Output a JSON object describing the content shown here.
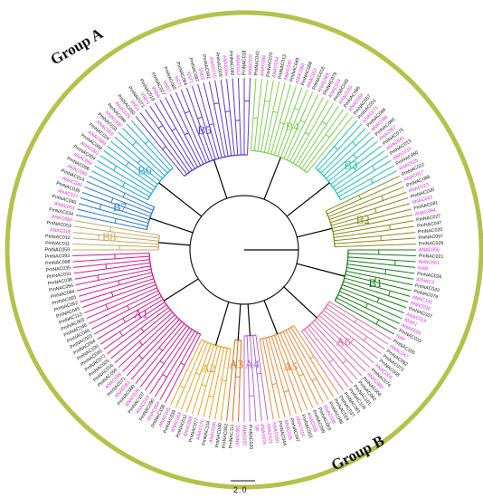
{
  "figure": {
    "group_a_label": "Group A",
    "group_b_label": "Group B",
    "scale_label": "2.0"
  },
  "colors": {
    "outer_ring": "#b5c24a",
    "root_branch": "#000000",
    "magenta_text": "#e020e0",
    "black_text": "#111111"
  },
  "subgroups": [
    {
      "id": "A1",
      "label": "A1",
      "color": "#d81b8c"
    },
    {
      "id": "A2",
      "label": "A2",
      "color": "#f0a020"
    },
    {
      "id": "A3",
      "label": "A3",
      "color": "#e06a18"
    },
    {
      "id": "A4",
      "label": "A4",
      "color": "#b46ad8"
    },
    {
      "id": "A5",
      "label": "A5",
      "color": "#f08838"
    },
    {
      "id": "A6",
      "label": "A6",
      "color": "#e66aa8"
    },
    {
      "id": "B1",
      "label": "B1",
      "color": "#1a7d1a"
    },
    {
      "id": "B2",
      "label": "B2",
      "color": "#8a8a1a"
    },
    {
      "id": "B3",
      "label": "B3",
      "color": "#18c8a8"
    },
    {
      "id": "B4",
      "label": "B4",
      "color": "#7ad04a"
    },
    {
      "id": "B5",
      "label": "B5",
      "color": "#5a3ad0"
    },
    {
      "id": "B6",
      "label": "B6",
      "color": "#18a8d8"
    },
    {
      "id": "B7",
      "label": "B7",
      "color": "#2878d0"
    },
    {
      "id": "B8",
      "label": "B8",
      "color": "#c8a860"
    }
  ],
  "leaves": [
    {
      "group": "B8",
      "count": 6,
      "names": [
        "PmNAC059",
        "PmNAC011",
        "PmNAC012",
        "ANAC016",
        "PmNAC053",
        "ANAC050"
      ]
    },
    {
      "group": "B7",
      "count": 8,
      "names": [
        "PmNAC034",
        "ANAC053",
        "PmNAC040",
        "ANAC017",
        "PmNAC036",
        "ANAC040",
        "PmNAC014",
        "ANAC060"
      ]
    },
    {
      "group": "B6",
      "count": 12,
      "names": [
        "PmNAC096",
        "ANAC062",
        "PmNAC004",
        "ANAC091",
        "PmNAC069",
        "ANAC089",
        "PmNAC024",
        "ANAC005",
        "PmNAC031",
        "ANAC008",
        "PmNAC090",
        "ANAC075"
      ]
    },
    {
      "group": "B5",
      "count": 22,
      "names": [
        "PmNAC050",
        "VND1",
        "PmNAC071",
        "VND3",
        "PmNAC019",
        "VND4",
        "PmNAC027",
        "VND7",
        "PmNAC085",
        "NST1",
        "PmNAC064",
        "NST2",
        "PmNAC087",
        "SND1",
        "PmNAC041",
        "ANAC015",
        "PmNAC009",
        "ANAC066",
        "PmNAC092",
        "ANAC012",
        "PmNAC018",
        "ANAC076"
      ]
    },
    {
      "group": "B4",
      "count": 19,
      "names": [
        "PmNAC042",
        "ANAC084",
        "PmNAC070",
        "ANAC044",
        "PmNAC013",
        "ANAC085",
        "PmNAC049",
        "ANAC083",
        "PmNAC068",
        "ANAC001",
        "PmNAC016",
        "ANAC069",
        "PmNAC079",
        "ANAC074",
        "PmNAC045",
        "ANAC033",
        "PmNAC086",
        "ANAC058",
        "PmNAC057"
      ]
    },
    {
      "group": "B3",
      "count": 12,
      "names": [
        "PmNAC051",
        "ANAC071",
        "PmNAC066",
        "ANAC096",
        "PmNAC065",
        "ANAC067",
        "PmNAC075",
        "ANAC041",
        "PmNAC013",
        "ANAC010",
        "PmNAC060",
        "ANAC025"
      ]
    },
    {
      "group": "B2",
      "count": 13,
      "names": [
        "PmNAC022",
        "ANAC017",
        "PmNAC088",
        "ANAC023",
        "PmNAC030",
        "ANAC043",
        "PmNAC081",
        "ANAC054",
        "PmNAC027",
        "PmNAC047",
        "PmNAC020",
        "PmNAC097",
        "PmNAC029"
      ]
    },
    {
      "group": "B1",
      "count": 16,
      "names": [
        "ANAC056",
        "PmNAC021",
        "ANAC051",
        "NAM",
        "PmNAC026",
        "ATNAC3",
        "PmNAC043",
        "PmNAC076",
        "ANAC102",
        "ANAC032",
        "PmNAC037",
        "ANAC019",
        "ATAF1",
        "ANAC055",
        "PmNAC033",
        "NAP"
      ]
    },
    {
      "group": "A6",
      "count": 13,
      "names": [
        "PmNAC105",
        "ANAC047",
        "PmNAC092",
        "PmNAC073",
        "PmNAC008",
        "ANAC009",
        "PmNAC074",
        "ANAC080",
        "PmNAC058",
        "PmNAC062",
        "PmNAC101",
        "PmNAC106",
        "PmNAC061"
      ]
    },
    {
      "group": "A5",
      "count": 13,
      "names": [
        "PmNAC037",
        "PmNAC024",
        "PmNAC046",
        "ANAC048",
        "PmNAC063",
        "PmNAC099",
        "ANAC035",
        "PmNAC002",
        "ANAC014",
        "PmNAC047",
        "ANAC045",
        "PmNAC044",
        "ANAC050"
      ]
    },
    {
      "group": "A4",
      "count": 5,
      "names": [
        "ANAC021",
        "ANAC078",
        "TIP",
        "PmNAC020",
        "ANAC037"
      ]
    },
    {
      "group": "A3",
      "count": 3,
      "names": [
        "ANAC001",
        "PmNAC111",
        "PmNAC062"
      ]
    },
    {
      "group": "A2",
      "count": 10,
      "names": [
        "PmNAC040",
        "ANAC036",
        "PmNAC104",
        "ANAC070",
        "PmNAC077",
        "ANAC058",
        "PmNAC011",
        "ANAC063",
        "PmNAC039",
        "ANAC045"
      ]
    },
    {
      "group": "A1",
      "count": 32,
      "names": [
        "PmNAC108",
        "ANAC064",
        "PmNAC090",
        "ANAC019",
        "PmNAC107",
        "ANAC036",
        "PmNAC080",
        "ANAC081",
        "PmNAC071",
        "ANAC099",
        "PmNAC050",
        "PmNAC016",
        "PmNAC025",
        "PmNAC072",
        "PmNAC049",
        "PmNAC100",
        "PmNAC094",
        "PmNAC023",
        "PmNAC048",
        "PmNAC046",
        "PmNAC003",
        "PmNAC113",
        "PmNAC045",
        "PmNAC052",
        "PmNAC005",
        "PmNAC084",
        "PmNAC056",
        "PmNAC038",
        "PmNAC031",
        "PmNAC035",
        "PmNAC098",
        "PmNAC093"
      ]
    }
  ]
}
